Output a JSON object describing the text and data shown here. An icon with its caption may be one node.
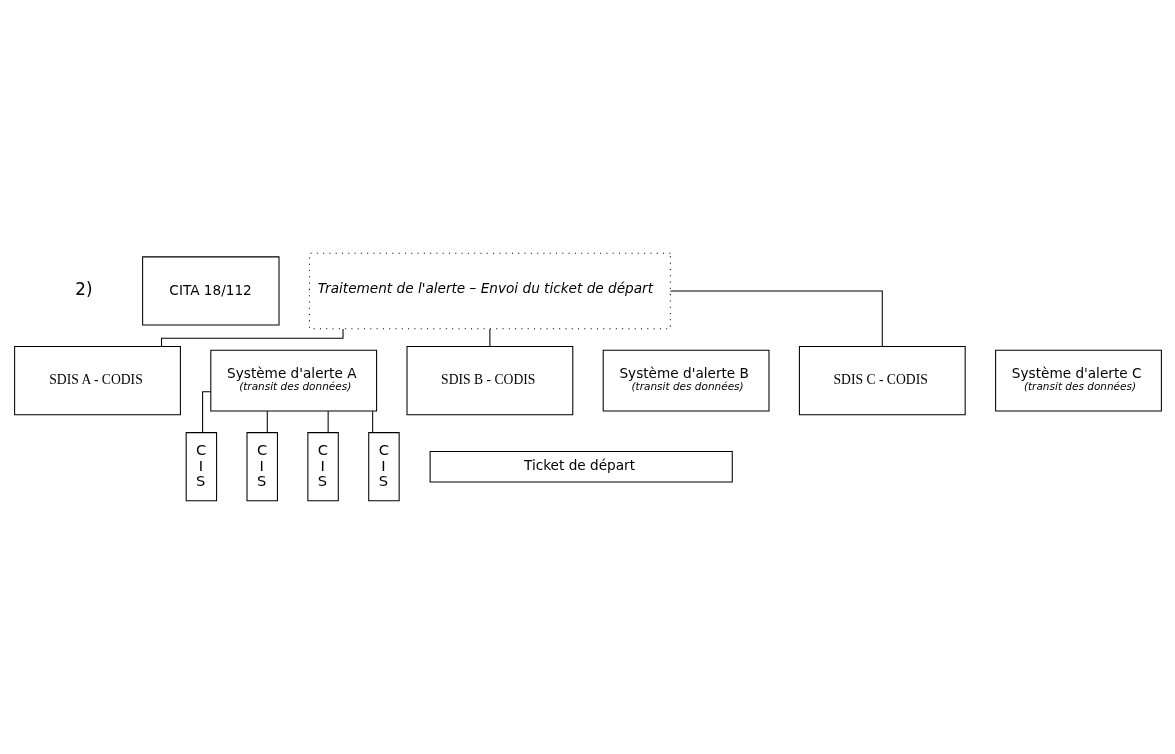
{
  "diagram": {
    "nodes": [
      {
        "text": [
          "CITA 18/112"
        ]
      },
      {
        "text": [
          "Traitement de l'alerte – Envoi du ticket de départ"
        ]
      },
      {
        "text": [
          "SDIS A - CODIS"
        ]
      },
      {
        "text": [
          "Système d'alerte A",
          "(transit des données)"
        ]
      },
      {
        "text": [
          "SDIS B - CODIS"
        ]
      },
      {
        "text": [
          "Système d'alerte B",
          "(transit des données)"
        ]
      },
      {
        "text": [
          "SDIS C - CODIS"
        ]
      },
      {
        "text": [
          "Système d'alerte C",
          "(transit des données)"
        ]
      },
      {
        "text": [
          "C I S"
        ]
      },
      {
        "text": [
          "C I S"
        ]
      },
      {
        "text": [
          "C I S"
        ]
      },
      {
        "text": [
          "C I S"
        ]
      },
      {
        "text": [
          "Ticket de départ"
        ]
      }
    ],
    "edges": [
      {
        "from": 1,
        "to": 2,
        "arrow": "none"
      },
      {
        "from": 1,
        "to": 4,
        "arrow": "none"
      },
      {
        "from": 1,
        "to": 6,
        "arrow": "none"
      },
      {
        "from": 3,
        "to": 8,
        "arrow": "none"
      },
      {
        "from": 3,
        "to": 9,
        "arrow": "none"
      },
      {
        "from": 3,
        "to": 10,
        "arrow": "none"
      },
      {
        "from": 3,
        "to": 11,
        "arrow": "none"
      }
    ],
    "labels": [
      "2)"
    ]
  }
}
